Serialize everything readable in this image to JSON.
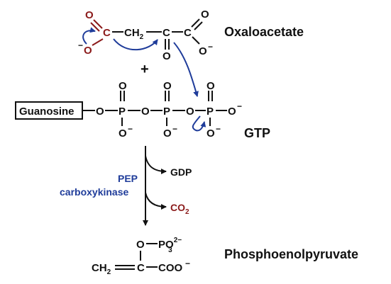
{
  "labels": {
    "oxaloacetate": "Oxaloacetate",
    "gtp": "GTP",
    "pep": "Phosphoenolpyruvate",
    "guanosine": "Guanosine",
    "plus": "+"
  },
  "enzyme": {
    "line1": "PEP",
    "line2": "carboxykinase"
  },
  "products": {
    "gdp": "GDP",
    "co2": "CO",
    "co2_sub": "2"
  },
  "atoms": {
    "c": "C",
    "o": "O",
    "p": "P",
    "o_minus": "O",
    "minus": "−",
    "ch2": "CH",
    "ch2_sub": "2",
    "po3": "PO",
    "po3_sup": "2−",
    "po3_sub": "3",
    "coo": "COO"
  },
  "colors": {
    "black": "#111111",
    "red": "#8b1a1a",
    "blue": "#1f3c9a"
  }
}
